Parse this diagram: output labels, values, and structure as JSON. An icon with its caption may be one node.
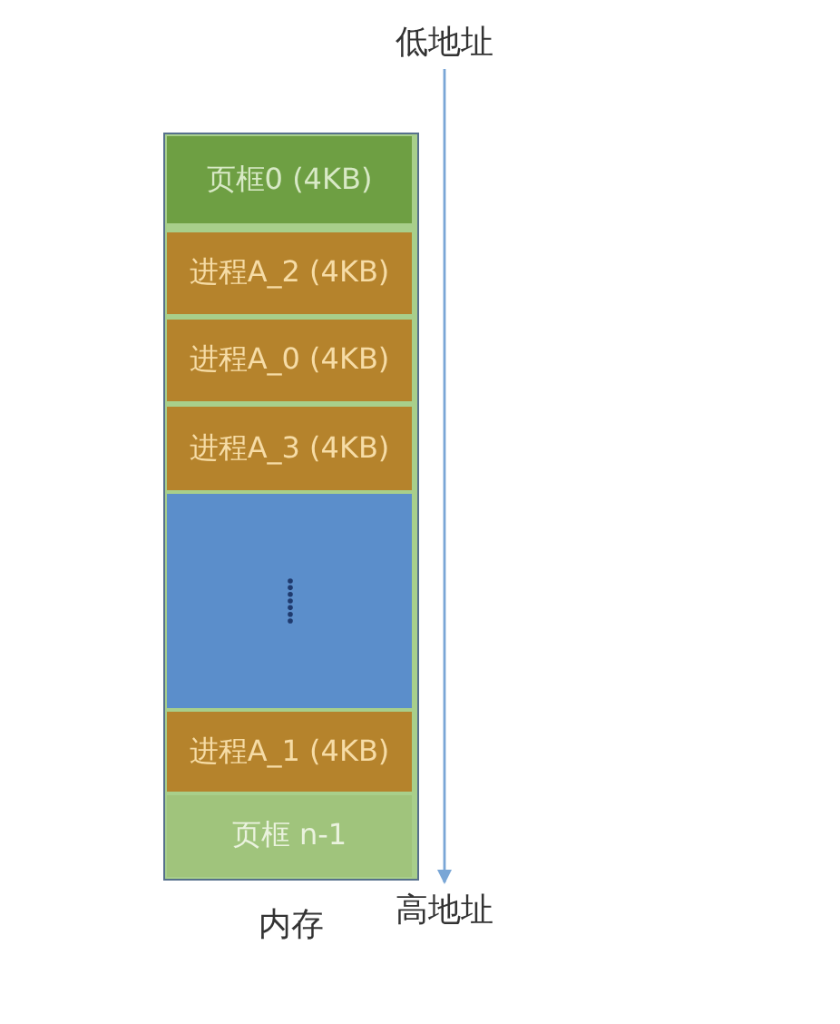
{
  "diagram": {
    "nodes": [
      {
        "text": [
          "低地址"
        ]
      },
      {
        "text": [
          "内存"
        ]
      },
      {
        "text": [
          "页框0 (4KB)"
        ],
        "in": 1
      },
      {
        "text": [
          "进程A_2 (4KB)"
        ],
        "in": 1
      },
      {
        "text": [
          "进程A_0 (4KB)"
        ],
        "in": 1
      },
      {
        "text": [
          "进程A_3 (4KB)"
        ],
        "in": 1
      },
      {
        "text": [],
        "shape": "box",
        "in": 1
      },
      {
        "text": [
          "进程A_1 (4KB)"
        ],
        "in": 1
      },
      {
        "text": [
          "页框 n-1"
        ],
        "in": 1
      },
      {
        "text": [
          "高地址"
        ]
      }
    ],
    "edges": [
      {
        "from": 0,
        "to": 9,
        "arrow": "to"
      }
    ]
  }
}
